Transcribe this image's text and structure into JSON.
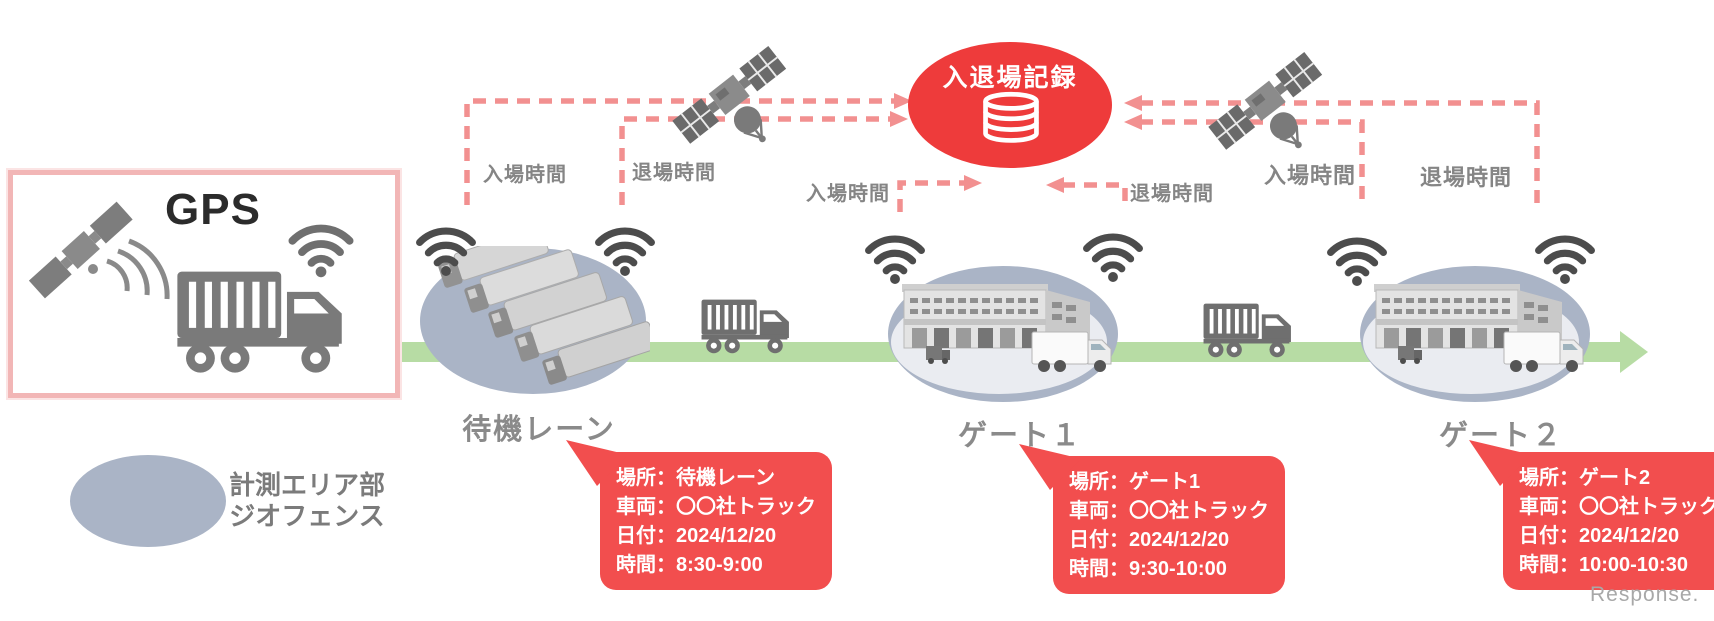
{
  "gps_box": {
    "title": "GPS"
  },
  "record": {
    "title": "入退場記録"
  },
  "flow_labels": {
    "wait_entry": "入場時間",
    "wait_exit": "退場時間",
    "gate1_entry": "入場時間",
    "gate1_exit": "退場時間",
    "gate2_entry": "入場時間",
    "gate2_exit": "退場時間"
  },
  "zones": [
    {
      "name": "待機レーン",
      "callout": {
        "place": "場所：待機レーン",
        "vehicle": "車両：〇〇社トラック",
        "date": "日付：2024/12/20",
        "time": "時間：8:30-9:00"
      }
    },
    {
      "name": "ゲート１",
      "callout": {
        "place": "場所：ゲート1",
        "vehicle": "車両：〇〇社トラック",
        "date": "日付：2024/12/20",
        "time": "時間：9:30-10:00"
      }
    },
    {
      "name": "ゲート２",
      "callout": {
        "place": "場所：ゲート2",
        "vehicle": "車両：〇〇社トラック",
        "date": "日付：2024/12/20",
        "time": "時間：10:00-10:30"
      }
    }
  ],
  "legend": {
    "line1": "計測エリア部",
    "line2": "ジオフェンス"
  },
  "watermark": "Response.",
  "colors": {
    "record_red": "#ee3b3b",
    "callout_red": "#f24e4e",
    "dashed_pink": "#f29090",
    "geofence_blue": "#aab4c6",
    "road_green": "#b7dca4",
    "label_gray": "#8a8a8a"
  }
}
